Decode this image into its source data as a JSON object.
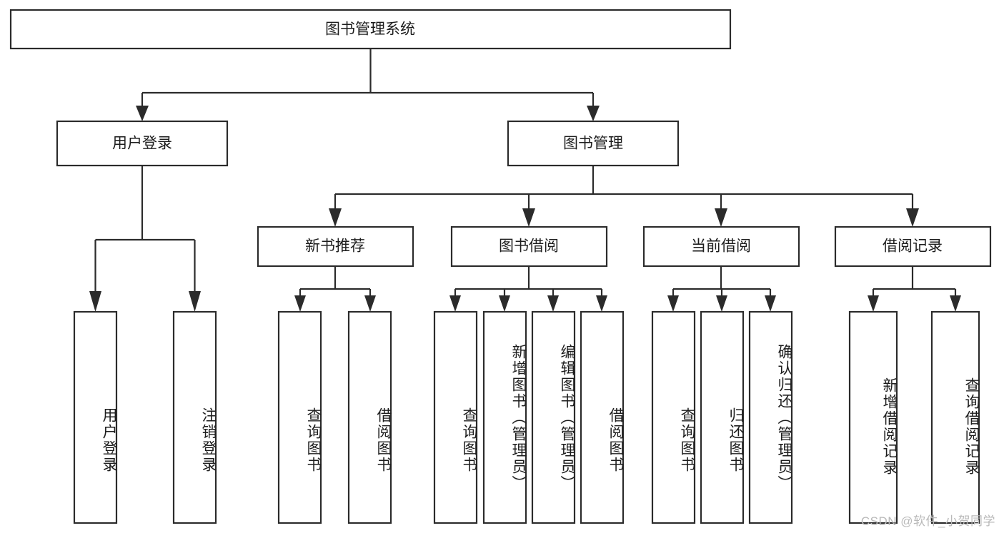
{
  "diagram": {
    "type": "tree-hierarchy",
    "title": "图书管理系统",
    "watermark": "CSDN @软件_小贺同学",
    "colors": {
      "stroke": "#2b2b2b",
      "fill": "#ffffff",
      "text": "#1d1d1d",
      "watermark": "#b9b9b9",
      "background": "#ffffff"
    },
    "root": {
      "label": "图书管理系统",
      "orientation": "horizontal"
    },
    "level1": [
      {
        "label": "用户登录",
        "orientation": "horizontal"
      },
      {
        "label": "图书管理",
        "orientation": "horizontal"
      }
    ],
    "level2": [
      {
        "label": "新书推荐",
        "orientation": "horizontal"
      },
      {
        "label": "图书借阅",
        "orientation": "horizontal"
      },
      {
        "label": "当前借阅",
        "orientation": "horizontal"
      },
      {
        "label": "借阅记录",
        "orientation": "horizontal"
      }
    ],
    "leaves": {
      "user_login": [
        {
          "label": "用户登录",
          "orientation": "vertical"
        },
        {
          "label": "注销登录",
          "orientation": "vertical"
        }
      ],
      "new_book_recommend": [
        {
          "label": "查询图书",
          "orientation": "vertical"
        },
        {
          "label": "借阅图书",
          "orientation": "vertical"
        }
      ],
      "book_borrow": [
        {
          "label": "查询图书",
          "orientation": "vertical"
        },
        {
          "label": "新增图书（管理员）",
          "orientation": "vertical"
        },
        {
          "label": "编辑图书（管理员）",
          "orientation": "vertical"
        },
        {
          "label": "借阅图书",
          "orientation": "vertical"
        }
      ],
      "current_borrow": [
        {
          "label": "查询图书",
          "orientation": "vertical"
        },
        {
          "label": "归还图书",
          "orientation": "vertical"
        },
        {
          "label": "确认归还（管理员）",
          "orientation": "vertical"
        }
      ],
      "borrow_record": [
        {
          "label": "新增借阅记录",
          "orientation": "vertical"
        },
        {
          "label": "查询借阅记录",
          "orientation": "vertical"
        }
      ]
    }
  }
}
